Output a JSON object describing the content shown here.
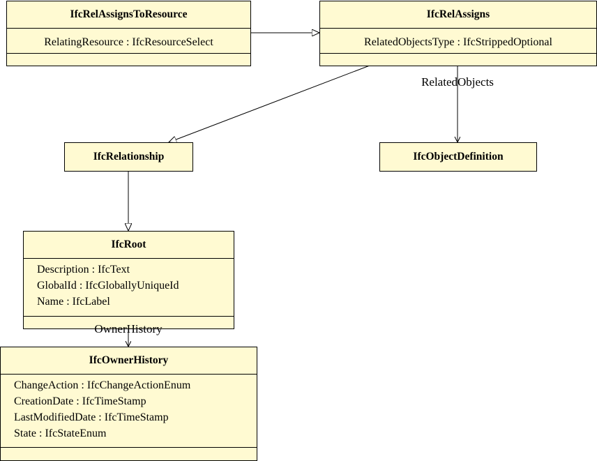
{
  "classes": {
    "rel_assigns_to_resource": {
      "name": "IfcRelAssignsToResource",
      "attributes": [
        "RelatingResource : IfcResourceSelect"
      ]
    },
    "rel_assigns": {
      "name": "IfcRelAssigns",
      "attributes": [
        "RelatedObjectsType : IfcStrippedOptional"
      ]
    },
    "relationship": {
      "name": "IfcRelationship"
    },
    "object_definition": {
      "name": "IfcObjectDefinition"
    },
    "root": {
      "name": "IfcRoot",
      "attributes": [
        "Description : IfcText",
        "GlobalId : IfcGloballyUniqueId",
        "Name : IfcLabel"
      ]
    },
    "owner_history": {
      "name": "IfcOwnerHistory",
      "attributes": [
        "ChangeAction : IfcChangeActionEnum",
        "CreationDate : IfcTimeStamp",
        "LastModifiedDate : IfcTimeStamp",
        "State : IfcStateEnum"
      ]
    }
  },
  "edges": {
    "related_objects": "RelatedObjects",
    "owner_history": "OwnerHistory"
  },
  "colors": {
    "class_fill": "#fffad2",
    "line": "#000000"
  }
}
